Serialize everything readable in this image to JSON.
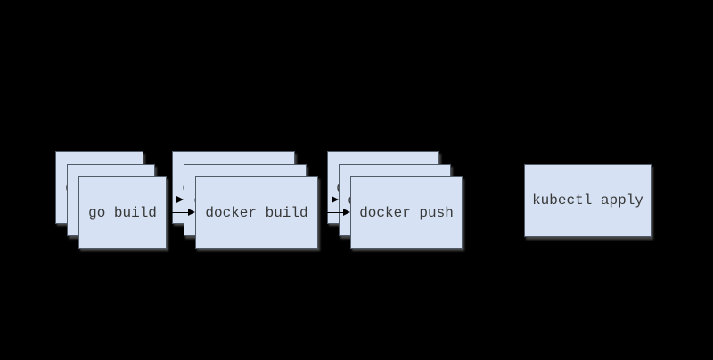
{
  "colors": {
    "background": "#000000",
    "node-fill": "#d6e2f3",
    "node-border": "#525c68",
    "node-text": "#383838",
    "arrow": "#000000"
  },
  "diagram": {
    "stacks": [
      {
        "id": "go-build",
        "label": "go build",
        "layers": 3
      },
      {
        "id": "docker-build",
        "label": "docker build",
        "layers": 3
      },
      {
        "id": "docker-push",
        "label": "docker push",
        "layers": 3
      }
    ],
    "node": {
      "id": "kubectl-apply",
      "label": "kubectl apply"
    },
    "arrows": [
      {
        "from": "go-build",
        "to": "docker-build",
        "head": "triangle"
      },
      {
        "from": "docker-build",
        "to": "docker-push",
        "head": "triangle"
      }
    ]
  }
}
